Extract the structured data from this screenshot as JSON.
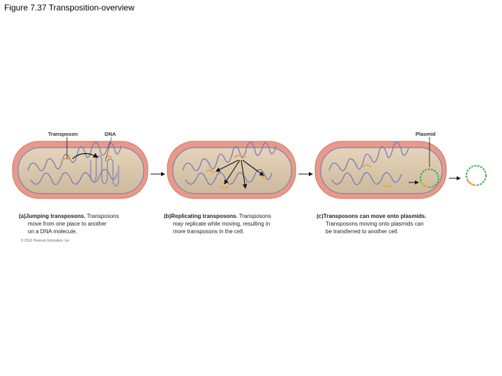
{
  "title": "Figure 7.37  Transposition-overview",
  "labels": {
    "transposon": "Transposon",
    "dna": "DNA",
    "plasmid": "Plasmid"
  },
  "captions": [
    {
      "letter": "(a)",
      "bold": "Jumping transposons.",
      "line1": " Transposons",
      "line2": "move from one place to another",
      "line3": "on a DNA molecule."
    },
    {
      "letter": "(b)",
      "bold": "Replicating transposons.",
      "line1": " Transposons",
      "line2": "may replicate while moving, resulting in",
      "line3": "more transposons in the cell."
    },
    {
      "letter": "(c)",
      "bold": "Transposons can move onto plasmids.",
      "line1": "",
      "line2": "Transposons moving onto plasmids can",
      "line3": "be transferred to another cell."
    }
  ],
  "copyright": "© 2012 Pearson Education, Inc.",
  "colors": {
    "cell_wall": "#e9998a",
    "cytoplasm": "#d8c6ac",
    "dna": "#7d7fb6",
    "transposon": "#f0a04b",
    "plasmid": "#3fae49"
  }
}
